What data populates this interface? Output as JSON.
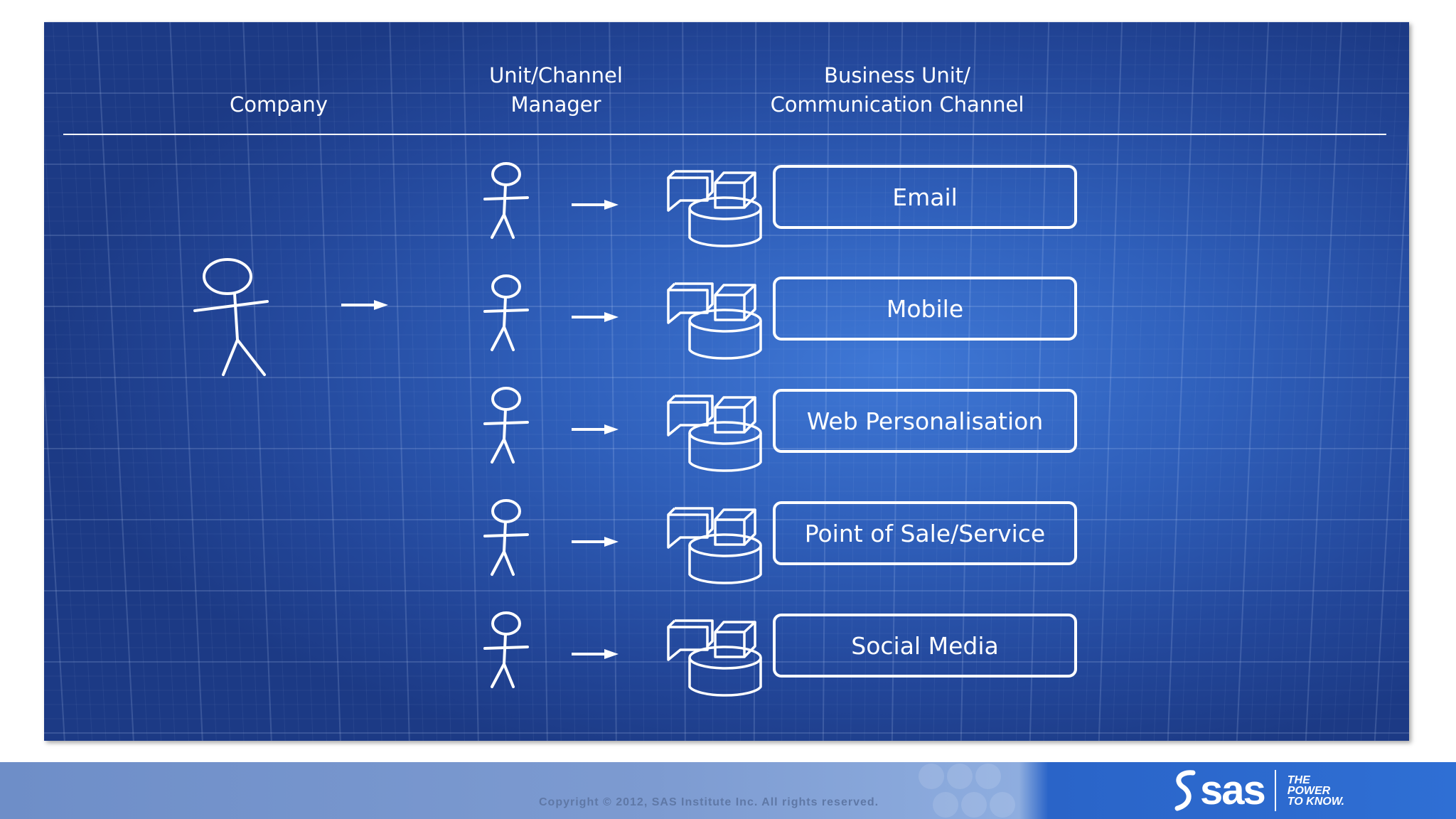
{
  "headers": {
    "company": "Company",
    "manager": "Unit/Channel\nManager",
    "channel": "Business Unit/\nCommunication Channel"
  },
  "channels": [
    {
      "label": "Email"
    },
    {
      "label": "Mobile"
    },
    {
      "label": "Web Personalisation"
    },
    {
      "label": "Point of Sale/Service"
    },
    {
      "label": "Social Media"
    }
  ],
  "footer": {
    "copyright": "Copyright © 2012, SAS Institute Inc. All rights reserved.",
    "logo_word": "sas",
    "logo_tagline": "THE\nPOWER\nTO KNOW."
  },
  "colors": {
    "slide_blue": "#2f5fba",
    "line_white": "#ffffff",
    "footer_blue": "#2f6fd4"
  }
}
